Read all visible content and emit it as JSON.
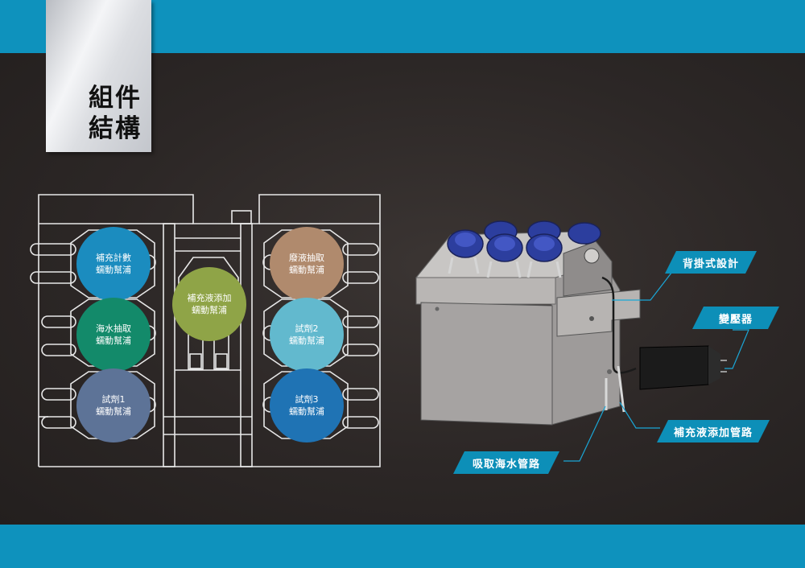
{
  "title": {
    "line1": "組件",
    "line2": "結構"
  },
  "pumps": [
    {
      "line1": "補充計數",
      "line2": "蠕動幫浦",
      "color": "#1b8cbf"
    },
    {
      "line1": "海水抽取",
      "line2": "蠕動幫浦",
      "color": "#138a6a"
    },
    {
      "line1": "試劑1",
      "line2": "蠕動幫浦",
      "color": "#5d7397"
    },
    {
      "line1": "補充液添加",
      "line2": "蠕動幫浦",
      "color": "#8fa447"
    },
    {
      "line1": "廢液抽取",
      "line2": "蠕動幫浦",
      "color": "#b08a6d"
    },
    {
      "line1": "試劑2",
      "line2": "蠕動幫浦",
      "color": "#62b9ce"
    },
    {
      "line1": "試劑3",
      "line2": "蠕動幫浦",
      "color": "#1f73b4"
    }
  ],
  "callouts": {
    "hang_on": "背掛式設計",
    "adapter": "變壓器",
    "refill_tube": "補充液添加管路",
    "intake_tube": "吸取海水管路"
  },
  "colors": {
    "band": "#0e92bd",
    "callout": "#0d8fb8",
    "background": "#2a2524"
  }
}
